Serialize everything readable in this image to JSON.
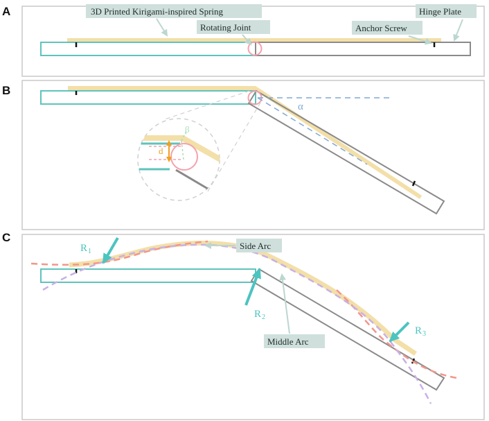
{
  "panels": {
    "a": {
      "letter": "A"
    },
    "b": {
      "letter": "B"
    },
    "c": {
      "letter": "C"
    }
  },
  "callouts": {
    "spring": "3D Printed Kirigami-inspired Spring",
    "joint": "Rotating Joint",
    "hinge_plate": "Hinge Plate",
    "anchor_screw": "Anchor Screw",
    "side_arc": "Side Arc",
    "middle_arc": "Middle Arc"
  },
  "symbols": {
    "alpha": "α",
    "beta": "β",
    "d": "d"
  },
  "reactions": [
    {
      "main": "R",
      "sub": "1"
    },
    {
      "main": "R",
      "sub": "2"
    },
    {
      "main": "R",
      "sub": "3"
    }
  ],
  "colors": {
    "panel_border": "#c8c8c8",
    "left_plate": "#5fc3bc",
    "right_plate": "#8a8a8a",
    "spring": "#f3dfa8",
    "joint_circle": "#f4a1ad",
    "angle_dash": "#7fa9d6",
    "beta_dash": "#a8ddb8",
    "d_arrow": "#f0a020",
    "side_arc": "#f2968a",
    "middle_arc": "#c8b0e6",
    "callout_bg": "#cfe0dc",
    "callout_arrow": "#bcd6d0",
    "reaction_arrow": "#4cc4c0",
    "screw": "#111111"
  }
}
